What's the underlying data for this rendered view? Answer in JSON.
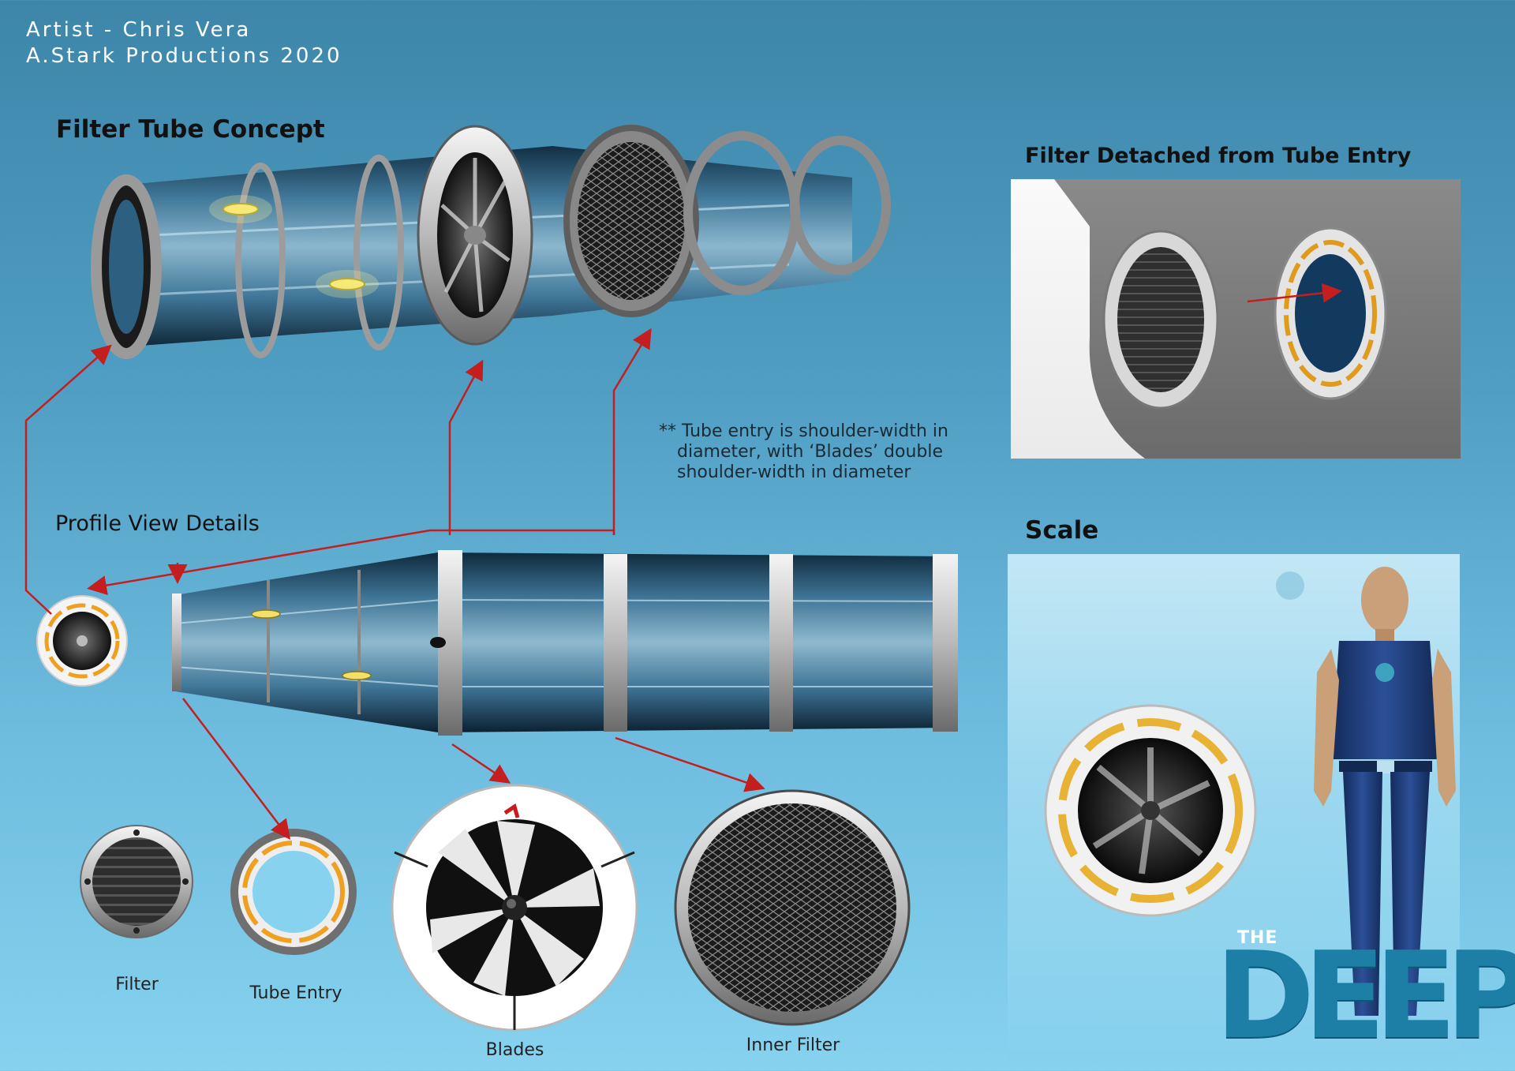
{
  "credits": {
    "artist": "Artist - Chris Vera",
    "studio": "A.Stark Productions 2020"
  },
  "headings": {
    "concept": "Filter Tube Concept",
    "detached": "Filter Detached from Tube Entry",
    "profile": "Profile View Details",
    "scale": "Scale"
  },
  "note": {
    "line1": "** Tube entry is shoulder-width in",
    "line2": "diameter, with ‘Blades’ double",
    "line3": "shoulder-width in diameter"
  },
  "parts": {
    "filter": "Filter",
    "tube_entry": "Tube Entry",
    "blades": "Blades",
    "inner_filter": "Inner Filter"
  },
  "logo": {
    "the": "THE",
    "deep": "DEEP"
  },
  "colors": {
    "arrow": "#c41e1e",
    "background_top": "#3d86aa",
    "background_bottom": "#86d2ef",
    "amber_light": "#f0a020",
    "tube_blue": "#2d5f80"
  }
}
